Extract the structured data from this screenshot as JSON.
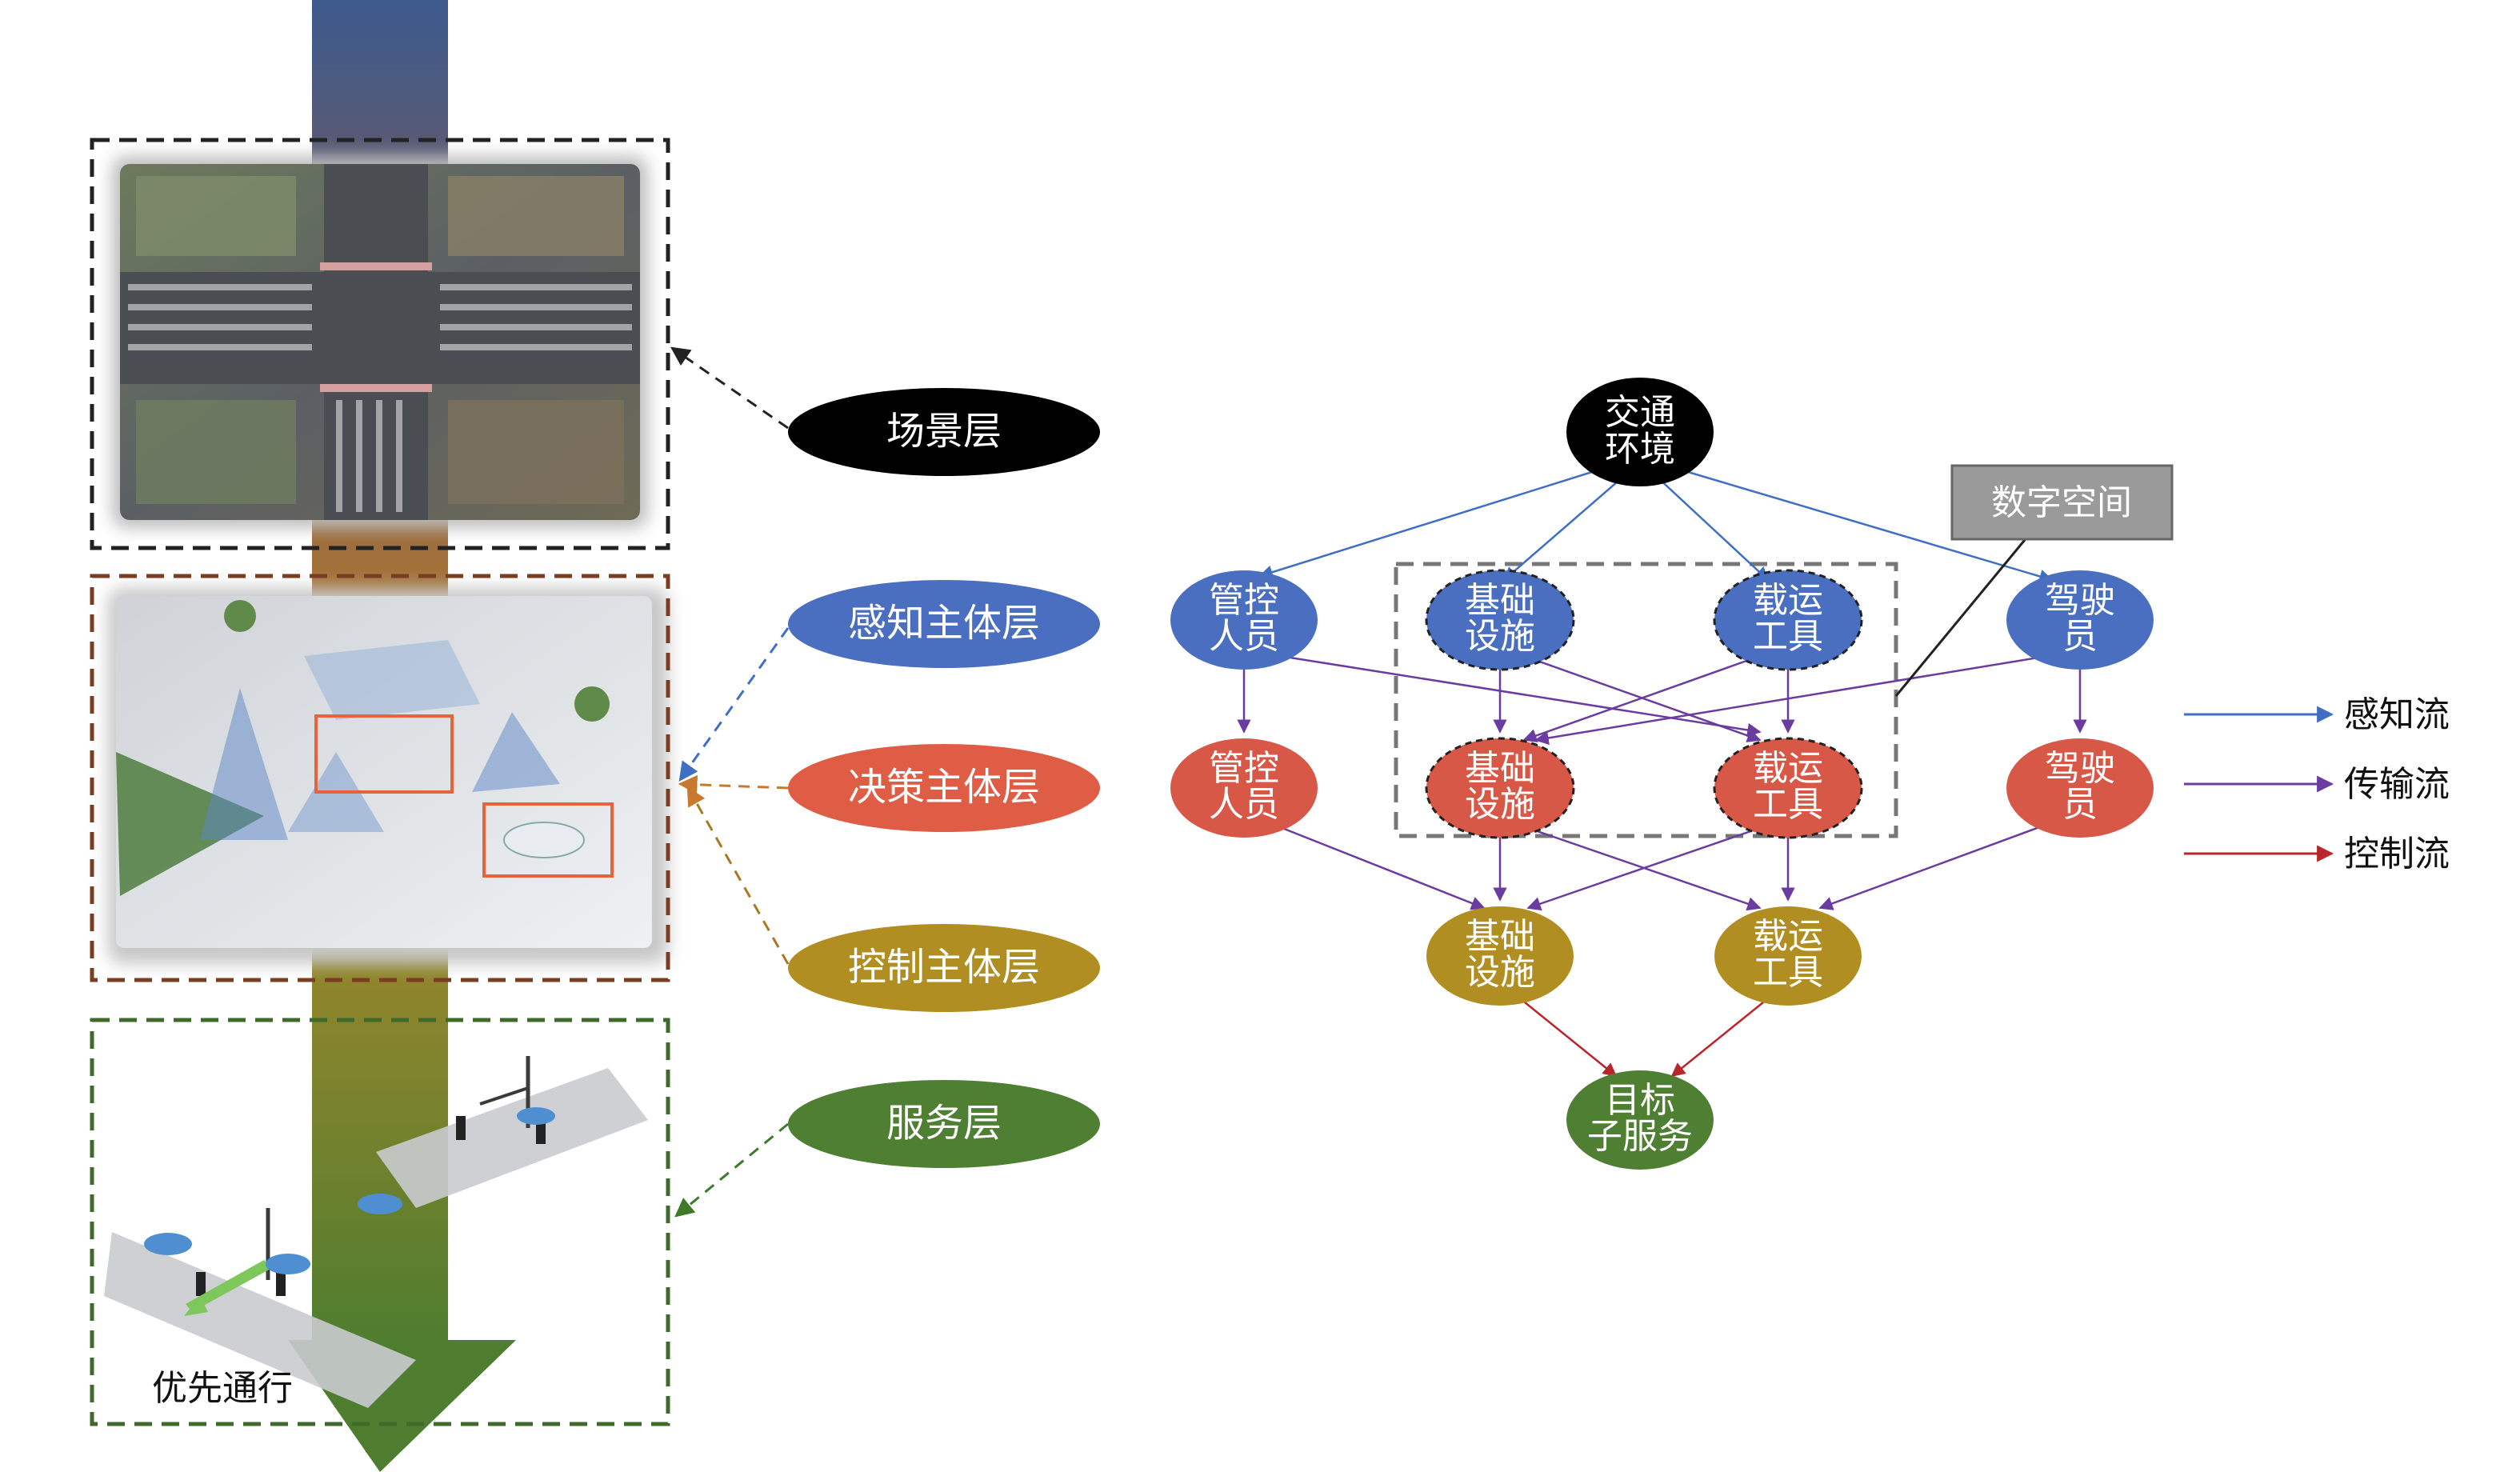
{
  "layers": {
    "scene": "场景层",
    "perception": "感知主体层",
    "decision": "决策主体层",
    "control": "控制主体层",
    "service": "服务层"
  },
  "priority_label": "优先通行",
  "digital_space_label": "数字空间",
  "nodes": {
    "env": [
      "交通",
      "环境"
    ],
    "manager": [
      "管控",
      "人员"
    ],
    "infra": [
      "基础",
      "设施"
    ],
    "vehicle": [
      "载运",
      "工具"
    ],
    "driver": [
      "驾驶",
      "员"
    ],
    "target": [
      "目标",
      "子服务"
    ]
  },
  "legend": {
    "perception_flow": "感知流",
    "transmission_flow": "传输流",
    "control_flow": "控制流"
  },
  "colors": {
    "perception": "#4a6ec0",
    "decision": "#d85848",
    "control": "#b08e22",
    "service": "#4f7f33",
    "env": "#000000",
    "flow_blue": "#3f6fc4",
    "flow_purple": "#6a3ca0",
    "flow_red": "#b8252a"
  }
}
